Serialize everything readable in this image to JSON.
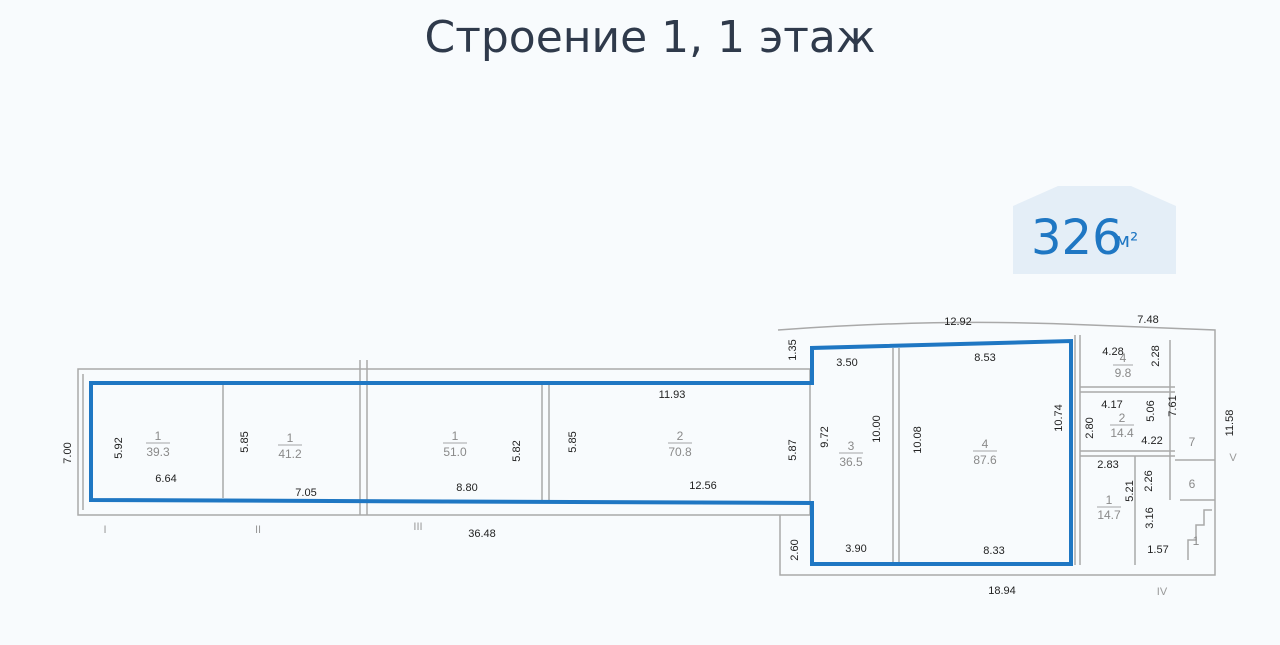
{
  "title": "Строение 1, 1 этаж",
  "area": {
    "value": "326",
    "unit": "м²"
  },
  "colors": {
    "highlight": "#1f77c3",
    "badge_bg": "#e4eef7",
    "wall": "#a9a9a9"
  },
  "dims": {
    "d1": "7.00",
    "d2": "5.92",
    "d3": "6.64",
    "d4": "5.85",
    "d5": "7.05",
    "d6": "5.82",
    "d7": "8.80",
    "d8": "5.85",
    "d9": "12.56",
    "d10": "11.93",
    "d11": "36.48",
    "d12": "1.35",
    "d13": "5.87",
    "d14": "2.60",
    "d15": "3.50",
    "d16": "9.72",
    "d17": "10.00",
    "d18": "3.90",
    "d19": "12.92",
    "d20": "8.53",
    "d21": "10.08",
    "d22": "10.74",
    "d23": "8.33",
    "d24": "18.94",
    "d25": "7.48",
    "d26": "4.28",
    "d27": "2.28",
    "d28": "4.17",
    "d29": "5.06",
    "d30": "7.61",
    "d31": "2.80",
    "d32": "4.22",
    "d33": "11.58",
    "d34": "2.83",
    "d35": "5.21",
    "d36": "2.26",
    "d37": "3.16",
    "d38": "1.57"
  },
  "rooms": [
    {
      "num": "1",
      "area": "39.3"
    },
    {
      "num": "1",
      "area": "41.2"
    },
    {
      "num": "1",
      "area": "51.0"
    },
    {
      "num": "2",
      "area": "70.8"
    },
    {
      "num": "3",
      "area": "36.5"
    },
    {
      "num": "4",
      "area": "87.6"
    },
    {
      "num": "4",
      "area": "9.8"
    },
    {
      "num": "2",
      "area": "14.4"
    },
    {
      "num": "1",
      "area": "14.7"
    },
    {
      "num": "7"
    },
    {
      "num": "6"
    },
    {
      "num": "1"
    }
  ],
  "axes": {
    "a1": "I",
    "a2": "II",
    "a3": "III",
    "a4": "IV",
    "a5": "V"
  }
}
